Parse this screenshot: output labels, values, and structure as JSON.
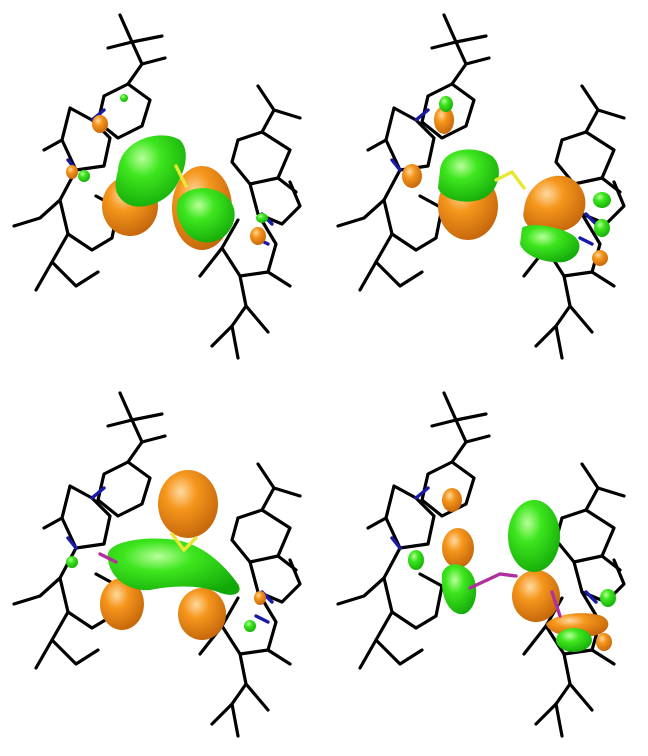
{
  "figure": {
    "background": "#ffffff",
    "colors": {
      "positive_lobe": "#22dd11",
      "negative_lobe": "#f08c1a",
      "carbon_bond": "#000000",
      "nitrogen_bond": "#1a1aa8",
      "bridge_bond_yellow": "#e8e834",
      "bridge_bond_magenta": "#b0309e"
    },
    "panels": [
      {
        "id": "top-left",
        "bridge_color": "yellow",
        "style": "pi-bonding"
      },
      {
        "id": "top-right",
        "bridge_color": "yellow",
        "style": "pi-antibonding"
      },
      {
        "id": "bottom-left",
        "bridge_color": "yellow-magenta",
        "style": "sigma-delocalized"
      },
      {
        "id": "bottom-right",
        "bridge_color": "magenta",
        "style": "lone-pair"
      }
    ]
  }
}
